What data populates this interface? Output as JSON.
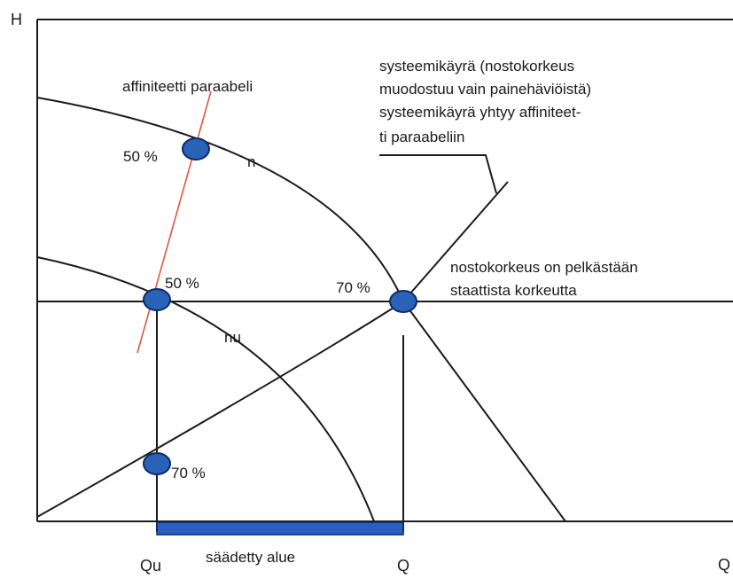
{
  "axes": {
    "y_label": "H",
    "x_label": "Q"
  },
  "labels": {
    "affinity_parabola": "affiniteetti paraabeli",
    "system_curve_line1": "systeemikäyrä (nostokorkeus",
    "system_curve_line2": "muodostuu vain painehäviöistä)",
    "system_curve_line3": "systeemikäyrä yhtyy affiniteet-",
    "system_curve_line4": "ti paraabeliin",
    "static_head_line1": "nostokorkeus on pelkästään",
    "static_head_line2": "staattista korkeutta",
    "curve_n": "n",
    "curve_nu": "nu",
    "pct_top": "50 %",
    "pct_mid": "50 %",
    "pct_right": "70 %",
    "pct_bottom": "70 %",
    "q_u": "Qu",
    "q": "Q",
    "range": "säädetty alue"
  },
  "colors": {
    "line": "#1a1a1a",
    "parabola": "#e0573a",
    "marker_fill": "#2a62b8",
    "marker_stroke": "#0d2a66",
    "range_bar": "#2a5fc0"
  }
}
